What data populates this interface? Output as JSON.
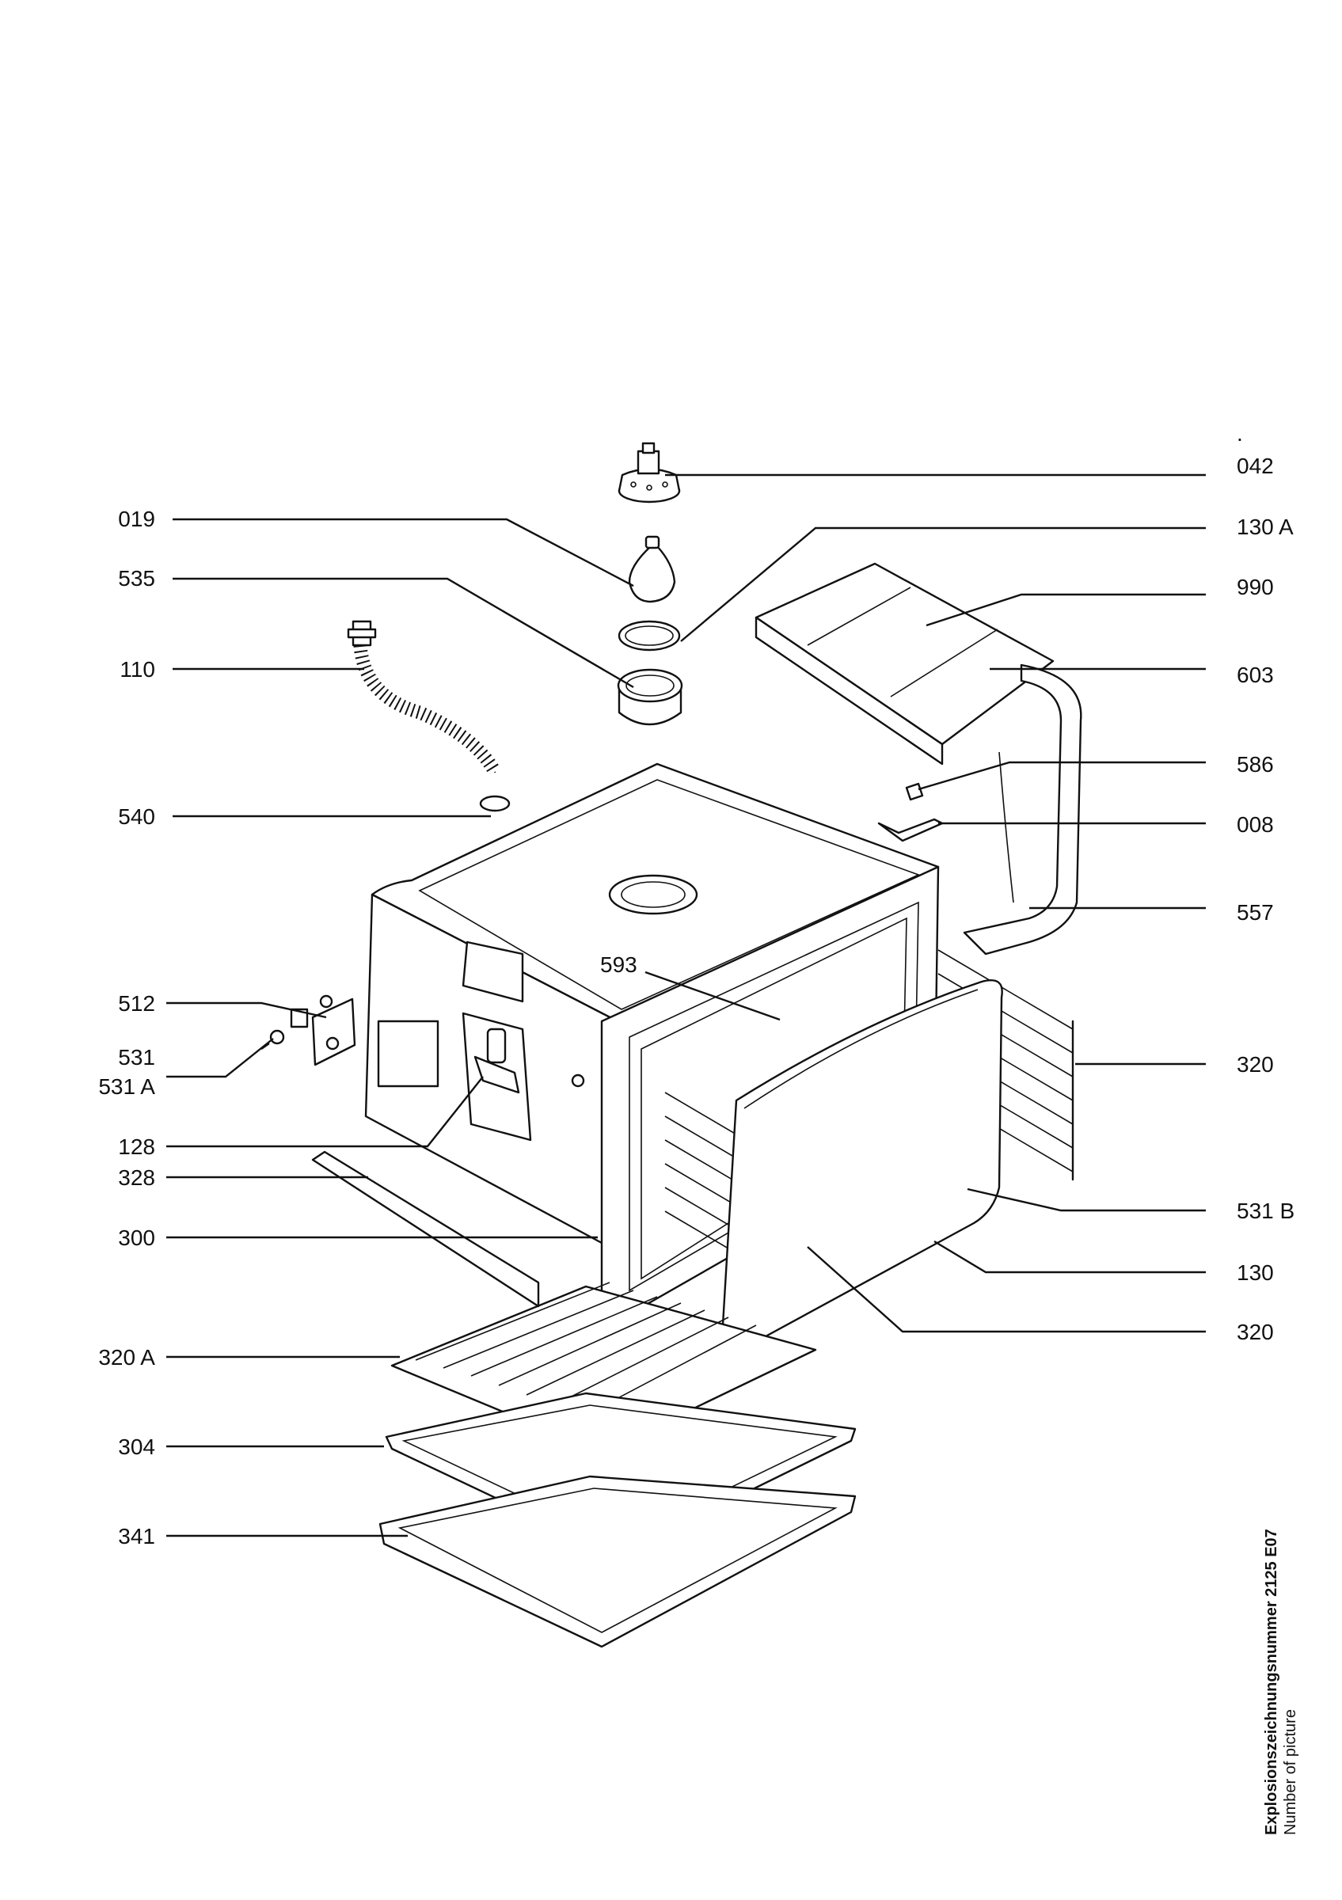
{
  "callouts_left": [
    {
      "id": "019",
      "text": "019"
    },
    {
      "id": "535",
      "text": "535"
    },
    {
      "id": "110",
      "text": "110"
    },
    {
      "id": "540",
      "text": "540"
    },
    {
      "id": "512",
      "text": "512"
    },
    {
      "id": "531",
      "text": "531"
    },
    {
      "id": "531a",
      "text": "531 A"
    },
    {
      "id": "128",
      "text": "128"
    },
    {
      "id": "328",
      "text": "328"
    },
    {
      "id": "300",
      "text": "300"
    },
    {
      "id": "320a",
      "text": "320 A"
    },
    {
      "id": "304",
      "text": "304"
    },
    {
      "id": "341",
      "text": "341"
    }
  ],
  "callouts_right": [
    {
      "id": "042",
      "text": "042"
    },
    {
      "id": "130a",
      "text": "130 A"
    },
    {
      "id": "990",
      "text": "990"
    },
    {
      "id": "603",
      "text": "603"
    },
    {
      "id": "586",
      "text": "586"
    },
    {
      "id": "008",
      "text": "008"
    },
    {
      "id": "557",
      "text": "557"
    },
    {
      "id": "320r1",
      "text": "320"
    },
    {
      "id": "531b",
      "text": "531 B"
    },
    {
      "id": "130",
      "text": "130"
    },
    {
      "id": "320r2",
      "text": "320"
    }
  ],
  "callout_center": {
    "id": "593",
    "text": "593"
  },
  "side_caption": {
    "title": "Explosionszeichnungsnummer 2125 E07",
    "subtitle": "Number of picture"
  }
}
